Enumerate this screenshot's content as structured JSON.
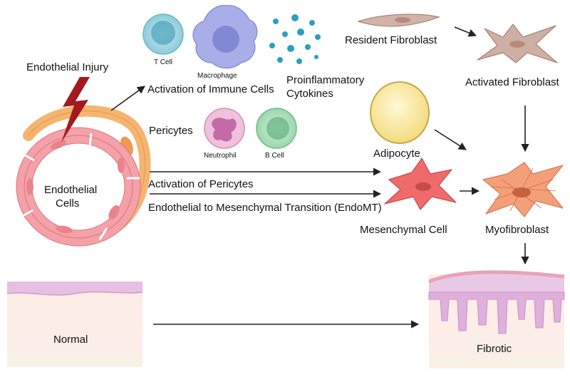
{
  "diagram": {
    "labels": {
      "endothelial_injury": "Endothelial Injury",
      "endothelial_cells_line1": "Endothelial",
      "endothelial_cells_line2": "Cells",
      "t_cell": "T Cell",
      "macrophage": "Macrophage",
      "activation_immune": "Activation of Immune Cells",
      "proinflammatory_line1": "Proinflammatory",
      "proinflammatory_line2": "Cytokines",
      "resident_fibroblast": "Resident Fibroblast",
      "activated_fibroblast": "Activated Fibroblast",
      "pericytes": "Pericytes",
      "neutrophil": "Neutrophil",
      "b_cell": "B Cell",
      "adipocyte": "Adipocyte",
      "activation_pericytes": "Activation of Pericytes",
      "endomt": "Endothelial to Mesenchymal Transition (EndoMT)",
      "mesenchymal_cell": "Mesenchymal Cell",
      "myofibroblast": "Myofibroblast",
      "normal": "Normal",
      "fibrotic": "Fibrotic"
    },
    "colors": {
      "arrow": "#222222",
      "lightning": "#a3191f",
      "vessel_outer": "#f6b46f",
      "vessel_inner": "#f4a1a8",
      "t_cell": "#7cc2d3",
      "macrophage": "#a8aee8",
      "cytokine": "#2aa0c0",
      "fibroblast": "#c9a99c",
      "neutrophil": "#e7a7cc",
      "b_cell": "#8ed1a4",
      "adipocyte": "#f6e79a",
      "mesenchymal": "#ef6b6b",
      "myofibroblast": "#f3a07a",
      "skin_top": "#e6bfe3",
      "skin_body": "#fbe7df"
    }
  }
}
